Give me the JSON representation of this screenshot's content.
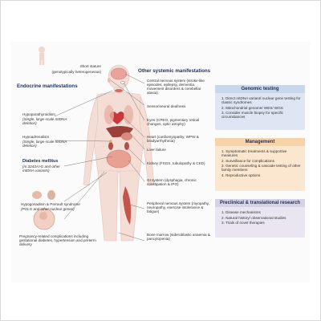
{
  "left": {
    "endocrine_title": "Endocrine manifestations",
    "short_stature": "Short stature",
    "short_stature_note": "(genotypically heterogeneous)",
    "hypopara": "Hypoparathyroidism",
    "hypopara_note": "(Single, large-scale mtDNA deletion)",
    "hypoadrenal": "Hypoadrenalism",
    "hypoadrenal_note": "(Single, large-scale mtDNA deletion)",
    "diabetes": "Diabetes mellitus",
    "diabetes_note": "(m.3243A>G and other mtDNA variants)",
    "hypogonadism": "Hypogonadism & Perrault syndrome",
    "hypogonadism_note": "(POLG and other nuclear genes)",
    "pregnancy": "Pregnancy-related complications including gestational diabetes, hypertension and preterm delivery"
  },
  "middle": {
    "title": "Other systemic manifestations",
    "cns": "Central nervous system (stroke-like episodes, epilepsy, dementia, movement disorders & cerebellar ataxia)",
    "deafness": "Sensorineural deafness",
    "eyes": "Eyes (CPEO, pigmentary retinal changes, optic atrophy)",
    "heart": "Heart (cardiomyopathy, WPW & bradyarrhythmia)",
    "liver": "Liver failure",
    "kidney": "Kidney (FSGS, tubulopathy & CKD)",
    "gi": "GI system (dysphagia, chronic constipation & IPO)",
    "pns": "Peripheral nervous system (myopathy, neuropathy, exercise intolerance & fatigue)",
    "marrow": "Bone marrow (sideroblastic anaemia & pancytopenia)"
  },
  "genomic": {
    "title": "Genomic testing",
    "items": [
      "1. Direct mtDNA variant/ nuclear gene testing for classic syndromes",
      "2. Mitochondrial genome/ WES/ WGS",
      "3. Consider muscle biopsy for specific circumstances"
    ],
    "bg": "#dde6f2",
    "header_bg": "#c9d7ea"
  },
  "management": {
    "title": "Management",
    "items": [
      "1. Symptomatic treatments & supportive measures",
      "2. Surveillance for complications",
      "3. Genetic counseling & cascade testing of other family members",
      "4. Reproductive options"
    ],
    "bg": "#fbe7cf",
    "header_bg": "#f6d3a8"
  },
  "research": {
    "title": "Preclinical & translational research",
    "items": [
      "1. Disease mechanisms",
      "2. Natural history/ observational studies",
      "3. Trials of novel therapies"
    ],
    "bg": "#e9e6f1",
    "header_bg": "#d7d2e6"
  }
}
